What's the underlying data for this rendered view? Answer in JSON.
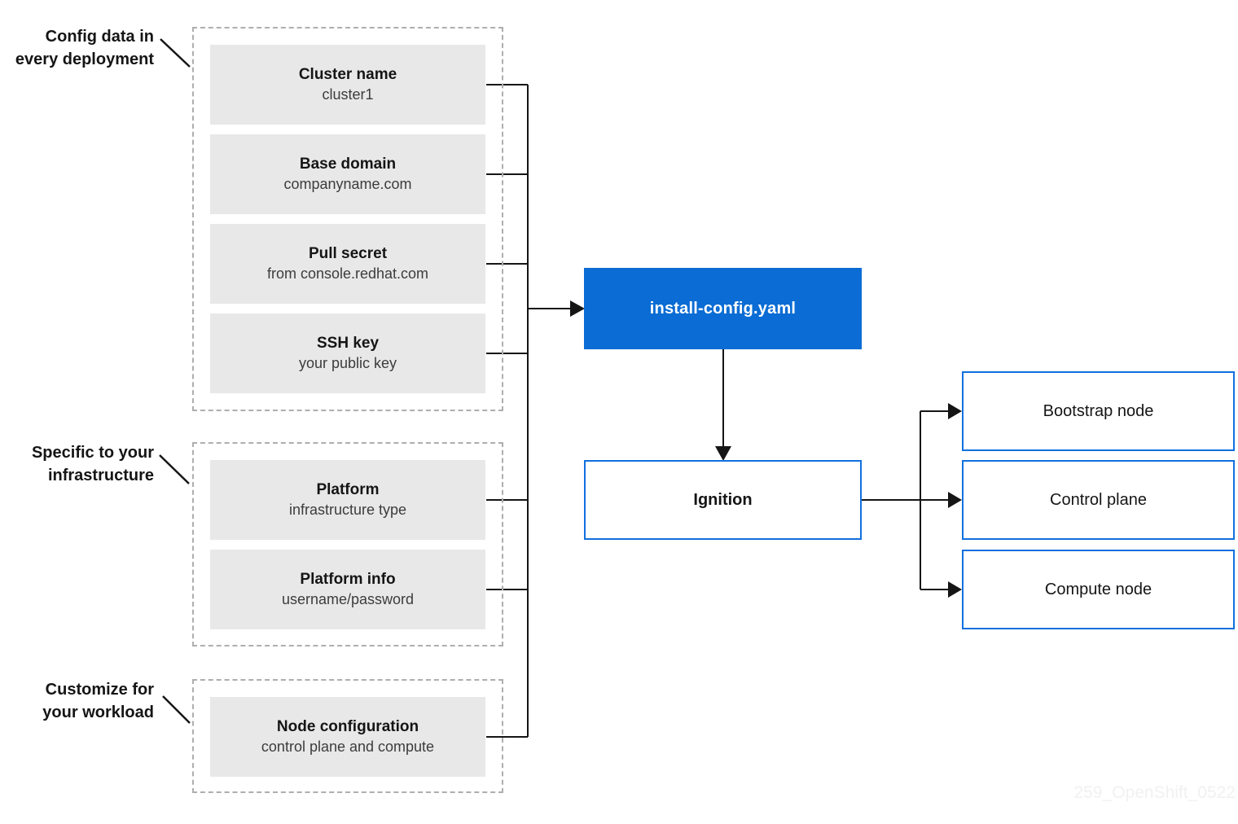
{
  "diagram": {
    "annotations": [
      {
        "label": "Config data in\nevery deployment"
      },
      {
        "label": "Specific to your\ninfrastructure"
      },
      {
        "label": "Customize for\nyour workload"
      }
    ],
    "groups": [
      {
        "items": [
          {
            "title": "Cluster name",
            "subtitle": "cluster1"
          },
          {
            "title": "Base domain",
            "subtitle": "companyname.com"
          },
          {
            "title": "Pull secret",
            "subtitle": "from console.redhat.com"
          },
          {
            "title": "SSH key",
            "subtitle": "your public key"
          }
        ]
      },
      {
        "items": [
          {
            "title": "Platform",
            "subtitle": "infrastructure type"
          },
          {
            "title": "Platform info",
            "subtitle": "username/password"
          }
        ]
      },
      {
        "items": [
          {
            "title": "Node configuration",
            "subtitle": "control plane and compute"
          }
        ]
      }
    ],
    "center": {
      "install_config_label": "install-config.yaml",
      "ignition_label": "Ignition"
    },
    "outputs": [
      {
        "label": "Bootstrap node"
      },
      {
        "label": "Control plane"
      },
      {
        "label": "Compute node"
      }
    ],
    "watermark": "259_OpenShift_0522",
    "colors": {
      "accent_blue_fill": "#0a6cd4",
      "accent_blue_border": "#1170dd",
      "item_gray_fill": "#e8e8e8",
      "connector_black": "#151515",
      "dashed_border_gray": "#aeaeae",
      "watermark_gray": "#f1f1f1"
    }
  }
}
